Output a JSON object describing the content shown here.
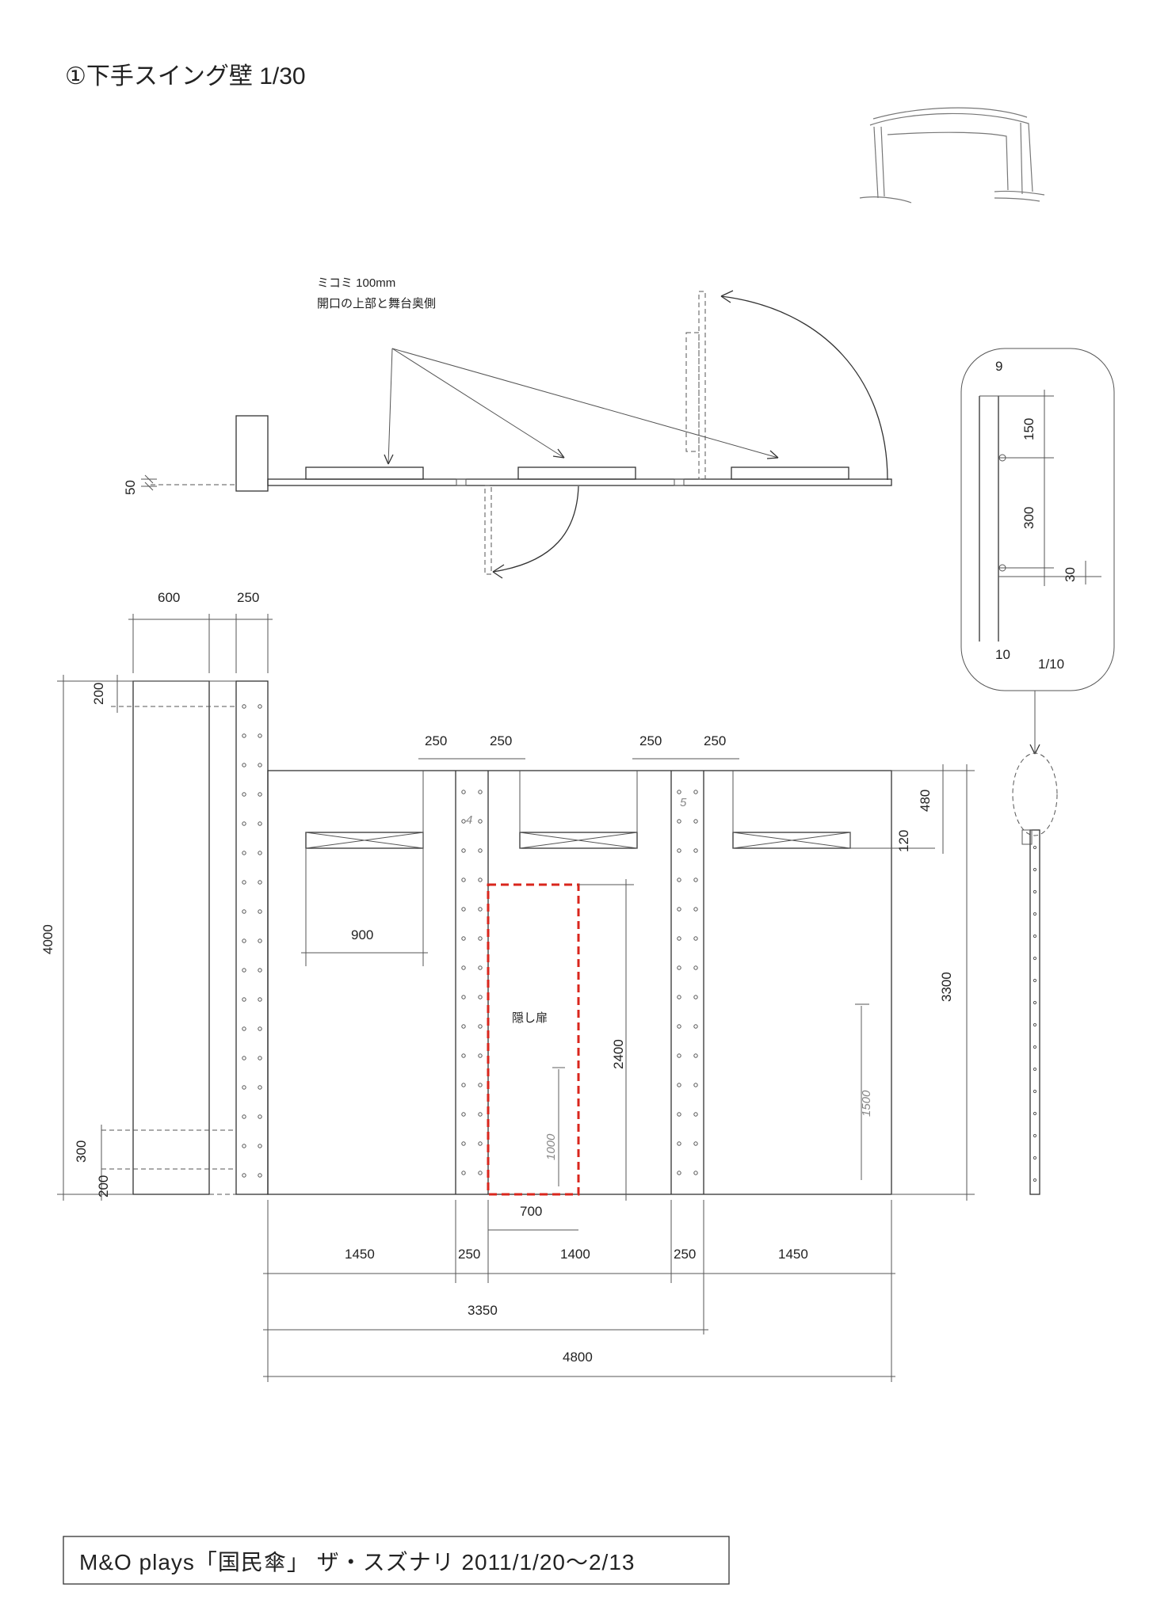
{
  "title": "①下手スイング壁 1/30",
  "footer": "M&O plays「国民傘」 ザ・スズナリ 2011/1/20～2/13",
  "notes": {
    "mikomi_line1": "ミコミ 100mm",
    "mikomi_line2": "開口の上部と舞台奥側",
    "hidden_door": "隠し扉"
  },
  "dimensions": {
    "top_view_thickness": "50",
    "side_width": "600",
    "side_panel": "250",
    "overall_height": "4000",
    "top_offset": "200",
    "bottom_300": "300",
    "bottom_200": "200",
    "pillar_a1": "250",
    "pillar_a2": "250",
    "pillar_b1": "250",
    "pillar_b2": "250",
    "header_480": "480",
    "lintel_120": "120",
    "window_900": "900",
    "door_height": "2400",
    "wall_height": "3300",
    "door_700": "700",
    "seg_left": "1450",
    "seg_pillar1": "250",
    "seg_middle": "1400",
    "seg_pillar2": "250",
    "seg_right": "1450",
    "span_3350": "3350",
    "span_4800": "4800"
  },
  "detail": {
    "d_9": "9",
    "d_150": "150",
    "d_300": "300",
    "d_30": "30",
    "d_10": "10",
    "scale": "1/10"
  },
  "handwritten": {
    "h_1000": "1000",
    "h_1500": "1500",
    "mark_a": "4",
    "mark_b": "5"
  },
  "colors": {
    "line": "#333333",
    "hidden_door_outline": "#d9261c"
  }
}
